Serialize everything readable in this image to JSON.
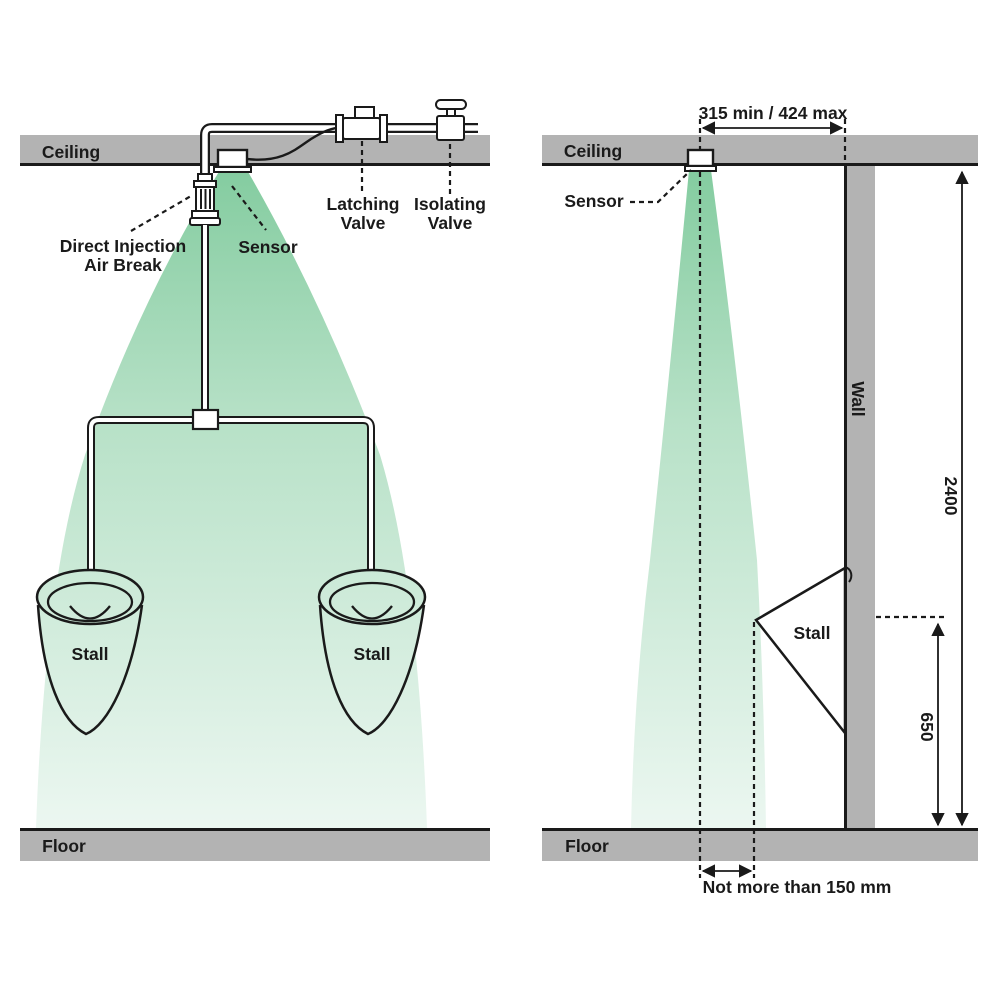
{
  "left_view": {
    "ceiling_label": "Ceiling",
    "floor_label": "Floor",
    "air_break_label_line1": "Direct Injection",
    "air_break_label_line2": "Air Break",
    "sensor_label": "Sensor",
    "latching_valve_label_line1": "Latching",
    "latching_valve_label_line2": "Valve",
    "isolating_valve_label_line1": "Isolating",
    "isolating_valve_label_line2": "Valve",
    "stall_left_label": "Stall",
    "stall_right_label": "Stall"
  },
  "right_view": {
    "ceiling_label": "Ceiling",
    "floor_label": "Floor",
    "sensor_label": "Sensor",
    "wall_label": "Wall",
    "stall_label": "Stall",
    "dim_sensor_to_wall": "315 min / 424 max",
    "dim_ceiling_height": "2400",
    "dim_stall_height": "650",
    "dim_beam_at_floor": "Not more than 150 mm"
  },
  "colors": {
    "surface_gray": "#b3b3b3",
    "outline": "#1a1a1a",
    "cone_top": "#84cca0",
    "cone_mid": "#b7e1c7",
    "cone_bottom": "#ecf7f1"
  }
}
